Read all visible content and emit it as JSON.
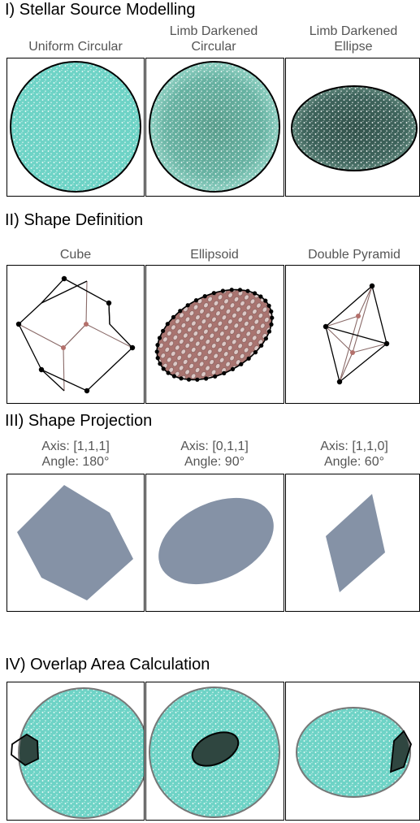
{
  "sections": {
    "s1": "I) Stellar Source Modelling",
    "s2": "II) Shape Definition",
    "s3": "III) Shape Projection",
    "s4": "IV) Overlap Area Calculation"
  },
  "row1": {
    "c1": "Uniform Circular",
    "c2a": "Limb Darkened",
    "c2b": "Circular",
    "c3a": "Limb Darkened",
    "c3b": "Ellipse"
  },
  "row2": {
    "c1": "Cube",
    "c2": "Ellipsoid",
    "c3": "Double Pyramid"
  },
  "row3": {
    "c1a": "Axis: [1,1,1]",
    "c1b": "Angle: 180°",
    "c2a": "Axis: [0,1,1]",
    "c2b": "Angle: 90°",
    "c3a": "Axis: [1,1,0]",
    "c3b": "Angle: 60°"
  },
  "colors": {
    "uniform": "#6ed3c6",
    "limb_circular": "#5fa897",
    "limb_ellipse": "#3b5c55",
    "projection": "#8592a6",
    "inner_edge": "#a9706c",
    "overlap": "#2f4640"
  }
}
